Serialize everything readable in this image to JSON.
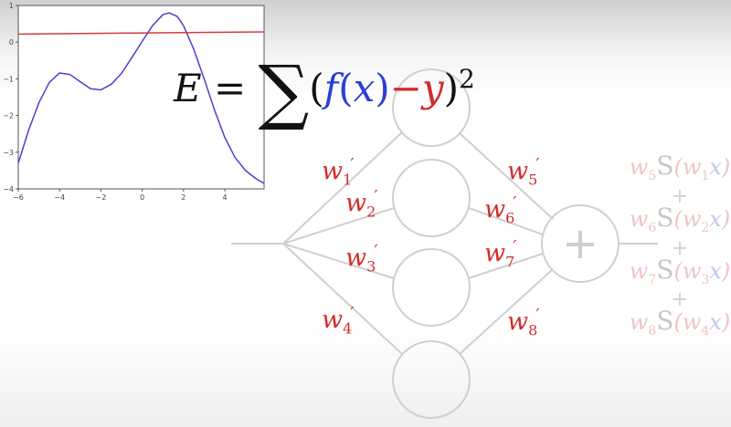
{
  "formula": {
    "lhs": "E",
    "eq": "=",
    "sum": "∑",
    "open": "(",
    "f": "f",
    "fopen": "(",
    "x": "x",
    "fclose": ")",
    "minus": "−",
    "y": "y",
    "close": ")",
    "exp": "2"
  },
  "weights": [
    {
      "sym": "w",
      "sub": "1",
      "prime": "′"
    },
    {
      "sym": "w",
      "sub": "2",
      "prime": "′"
    },
    {
      "sym": "w",
      "sub": "3",
      "prime": "′"
    },
    {
      "sym": "w",
      "sub": "4",
      "prime": "′"
    },
    {
      "sym": "w",
      "sub": "5",
      "prime": "′"
    },
    {
      "sym": "w",
      "sub": "6",
      "prime": "′"
    },
    {
      "sym": "w",
      "sub": "7",
      "prime": "′"
    },
    {
      "sym": "w",
      "sub": "8",
      "prime": "′"
    }
  ],
  "sum_node_label": "+",
  "output_terms": [
    {
      "w": "w",
      "wsub": "5",
      "S": "S",
      "open": "(",
      "iw": "w",
      "iwsub": "1",
      "x": "x",
      "close": ")"
    },
    {
      "w": "w",
      "wsub": "6",
      "S": "S",
      "open": "(",
      "iw": "w",
      "iwsub": "2",
      "x": "x",
      "close": ")"
    },
    {
      "w": "w",
      "wsub": "7",
      "S": "S",
      "open": "(",
      "iw": "w",
      "iwsub": "3",
      "x": "x",
      "close": ")"
    },
    {
      "w": "w",
      "wsub": "8",
      "S": "S",
      "open": "(",
      "iw": "w",
      "iwsub": "4",
      "x": "x",
      "close": ")"
    }
  ],
  "plus_sign": "+",
  "colors": {
    "fit": "#4b3fd0",
    "target": "#d93a3a",
    "weight": "#d42a2a"
  },
  "chart_data": {
    "type": "line",
    "title": "",
    "xlabel": "",
    "ylabel": "",
    "xlim": [
      -6,
      5.9
    ],
    "ylim": [
      -4,
      1
    ],
    "xticks": [
      -6,
      -4,
      -2,
      0,
      2,
      4
    ],
    "yticks": [
      1,
      0,
      -1,
      -2,
      -3,
      -4
    ],
    "xtick_labels": [
      "−6",
      "−4",
      "−2",
      "0",
      "2",
      "4"
    ],
    "ytick_labels": [
      "1",
      "0",
      "−1",
      "−2",
      "−3",
      "−4"
    ],
    "series": [
      {
        "name": "f(x)",
        "color": "#4b3fd0",
        "x": [
          -6,
          -5.5,
          -5,
          -4.5,
          -4,
          -3.5,
          -3,
          -2.5,
          -2,
          -1.5,
          -1,
          -0.5,
          0,
          0.5,
          1,
          1.3,
          1.7,
          2,
          2.5,
          3,
          3.5,
          4,
          4.5,
          5,
          5.5,
          5.9
        ],
        "y": [
          -3.3,
          -2.4,
          -1.65,
          -1.1,
          -0.84,
          -0.88,
          -1.08,
          -1.27,
          -1.3,
          -1.15,
          -0.85,
          -0.42,
          0.02,
          0.45,
          0.75,
          0.8,
          0.7,
          0.45,
          -0.2,
          -1.0,
          -1.85,
          -2.6,
          -3.15,
          -3.5,
          -3.72,
          -3.85
        ]
      },
      {
        "name": "y",
        "color": "#d93a3a",
        "x": [
          -6,
          5.9
        ],
        "y": [
          0.22,
          0.28
        ]
      }
    ]
  }
}
